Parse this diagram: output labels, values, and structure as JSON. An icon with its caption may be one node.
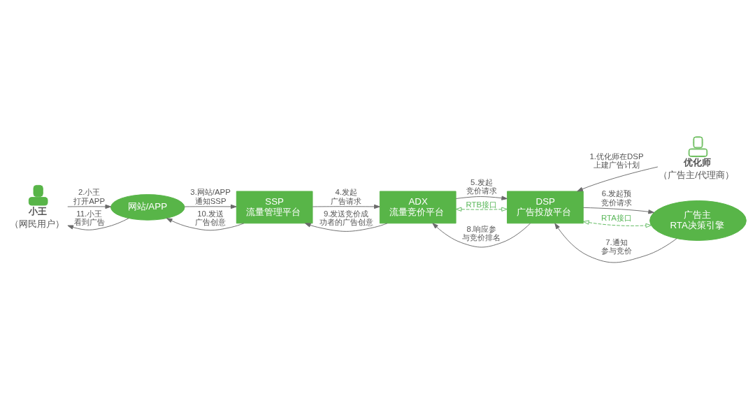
{
  "diagram": {
    "nodes": [
      {
        "text": [
          "小王",
          "（网民用户）"
        ]
      },
      {
        "text": [
          "优化师",
          "（广告主/代理商）"
        ]
      },
      {
        "text": [
          "网站/APP"
        ]
      },
      {
        "text": [
          "SSP",
          "流量管理平台"
        ]
      },
      {
        "text": [
          "ADX",
          "流量竞价平台"
        ]
      },
      {
        "text": [
          "DSP",
          "广告投放平台"
        ]
      },
      {
        "text": [
          "广告主",
          "RTA决策引擎"
        ]
      }
    ],
    "edges": [
      {
        "from": 1,
        "to": 5,
        "arrow": "to",
        "label": "1.优化师在DSP上建广告计划"
      },
      {
        "from": 0,
        "to": 2,
        "arrow": "to",
        "label": "2.小王打开APP"
      },
      {
        "from": 2,
        "to": 3,
        "arrow": "to",
        "label": "3.网站/APP通知SSP"
      },
      {
        "from": 3,
        "to": 4,
        "arrow": "to",
        "label": "4.发起广告请求"
      },
      {
        "from": 4,
        "to": 5,
        "arrow": "to",
        "label": "5.发起竞价请求"
      },
      {
        "from": 5,
        "to": 6,
        "arrow": "to",
        "label": "6.发起预竞价请求"
      },
      {
        "from": 6,
        "to": 5,
        "arrow": "to",
        "label": "7.通知参与竞价"
      },
      {
        "from": 5,
        "to": 4,
        "arrow": "to",
        "label": "8.响应参与竞价排名"
      },
      {
        "from": 4,
        "to": 3,
        "arrow": "to",
        "label": "9.发送竞价成功者的广告创意"
      },
      {
        "from": 3,
        "to": 2,
        "arrow": "to",
        "label": "10.发送广告创意"
      },
      {
        "from": 2,
        "to": 0,
        "arrow": "to",
        "label": "11.小王看到广告"
      },
      {
        "from": 4,
        "to": 5,
        "arrow": "both",
        "label": "RTB接口",
        "style": "dashed",
        "color": "#5cb85c"
      },
      {
        "from": 5,
        "to": 6,
        "arrow": "both",
        "label": "RTA接口",
        "style": "dashed",
        "color": "#5cb85c"
      }
    ]
  }
}
